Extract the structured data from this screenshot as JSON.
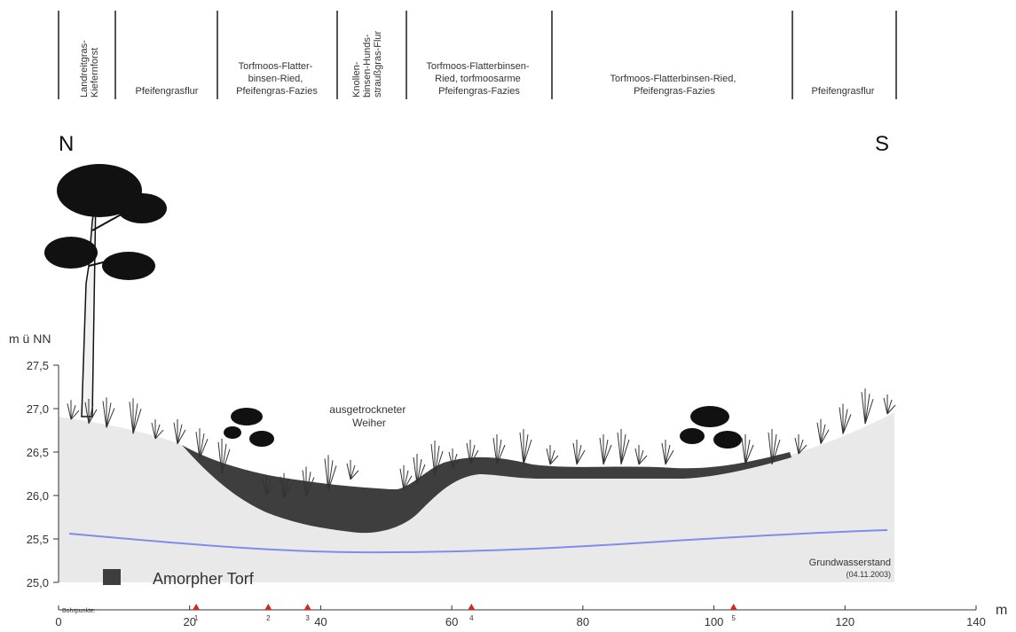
{
  "header": {
    "vegetation_units": [
      {
        "label": "Landreitgras-\nKiefernforst",
        "orientation": "vertical"
      },
      {
        "label": "Pfeifengrasflur",
        "orientation": "horizontal"
      },
      {
        "label": "Torfmoos-Flatter-\nbinsen-Ried,\nPfeifengras-Fazies",
        "orientation": "horizontal"
      },
      {
        "label": "Knollen-\nbinsen-Hunds-\nstraußgras-Flur",
        "orientation": "vertical"
      },
      {
        "label": "Torfmoos-Flatterbinsen-\nRied, torfmoosarme\nPfeifengras-Fazies",
        "orientation": "horizontal"
      },
      {
        "label": "Torfmoos-Flatterbinsen-Ried,\nPfeifengras-Fazies",
        "orientation": "horizontal"
      },
      {
        "label": "Pfeifengrasflur",
        "orientation": "horizontal"
      }
    ]
  },
  "directions": {
    "north": "N",
    "south": "S"
  },
  "axes": {
    "y_label": "m ü NN",
    "y_ticks": [
      "27,5",
      "27,0",
      "26,5",
      "26,0",
      "25,5",
      "25,0"
    ],
    "x_unit": "m",
    "x_ticks": [
      "0",
      "20",
      "40",
      "60",
      "80",
      "100",
      "120",
      "140"
    ]
  },
  "annotations": {
    "pond_label": "ausgetrockneter\nWeiher",
    "groundwater_label": "Grundwasserstand",
    "groundwater_date": "(04.11.2003)",
    "legend_label": "Amorpher Torf",
    "bohrpunkte_label": "Bohrpunkte:"
  },
  "bohrpunkte": [
    {
      "number": "1",
      "x_m": 21
    },
    {
      "number": "2",
      "x_m": 32
    },
    {
      "number": "3",
      "x_m": 38
    },
    {
      "number": "4",
      "x_m": 63
    },
    {
      "number": "5",
      "x_m": 103
    }
  ],
  "colors": {
    "ground": "#e9e9e9",
    "peat": "#3e3e3e",
    "groundwater": "#7f8de8",
    "borehole_marker": "#d42a1e",
    "divider": "#555555"
  }
}
